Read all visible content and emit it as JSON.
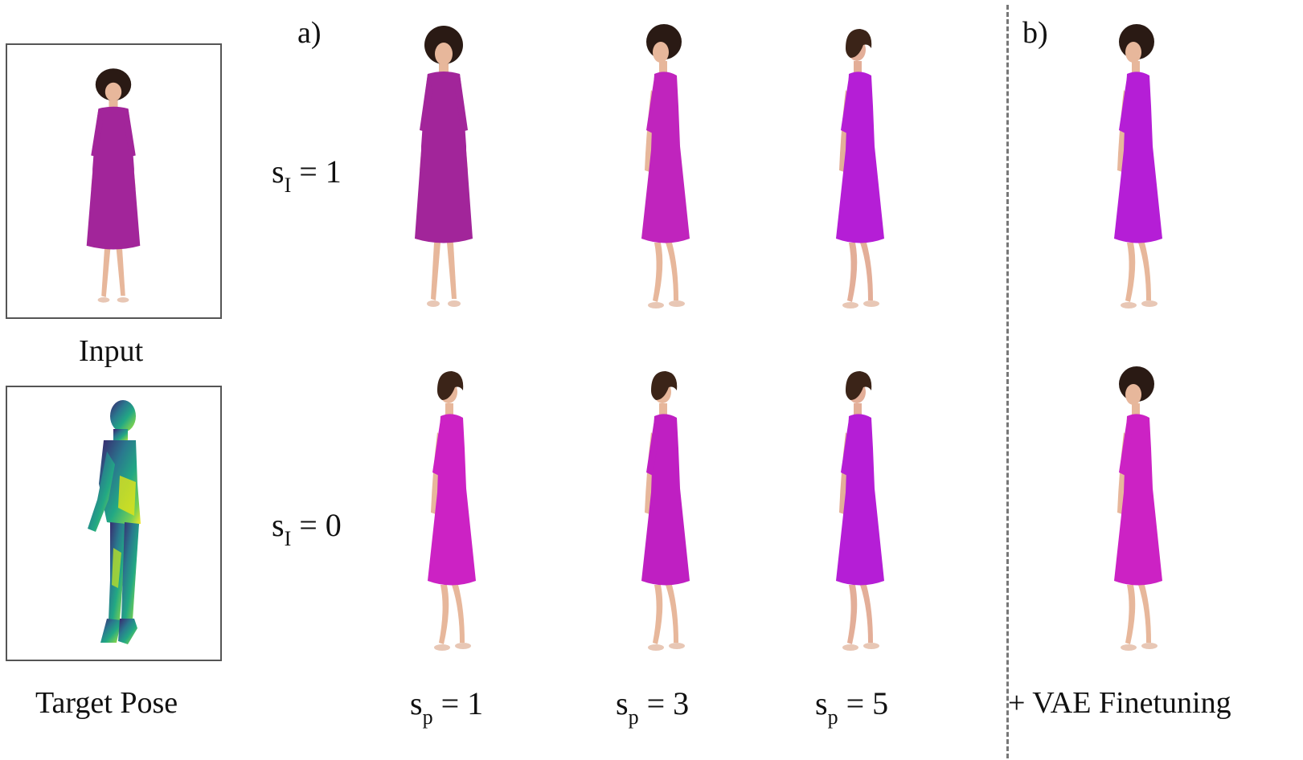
{
  "left": {
    "input_caption": "Input",
    "pose_caption": "Target Pose"
  },
  "section_a": {
    "label": "a)"
  },
  "section_b": {
    "label": "b)",
    "column_caption": "+ VAE Finetuning"
  },
  "rows": [
    {
      "symbol": "s",
      "subscript": "I",
      "rest": " = 1"
    },
    {
      "symbol": "s",
      "subscript": "I",
      "rest": " = 0"
    }
  ],
  "columns": [
    {
      "symbol": "s",
      "subscript": "p",
      "rest": " = 1"
    },
    {
      "symbol": "s",
      "subscript": "p",
      "rest": " = 3"
    },
    {
      "symbol": "s",
      "subscript": "p",
      "rest": " = 5"
    }
  ],
  "colors": {
    "dress_front": "#a2259a",
    "dress_magenta": "#cc22c4",
    "dress_violet": "#b51ed6",
    "skin": "#e7b79b",
    "hair_curly": "#2a1a14",
    "hair_bob": "#3b2418",
    "divider": "#777777"
  }
}
